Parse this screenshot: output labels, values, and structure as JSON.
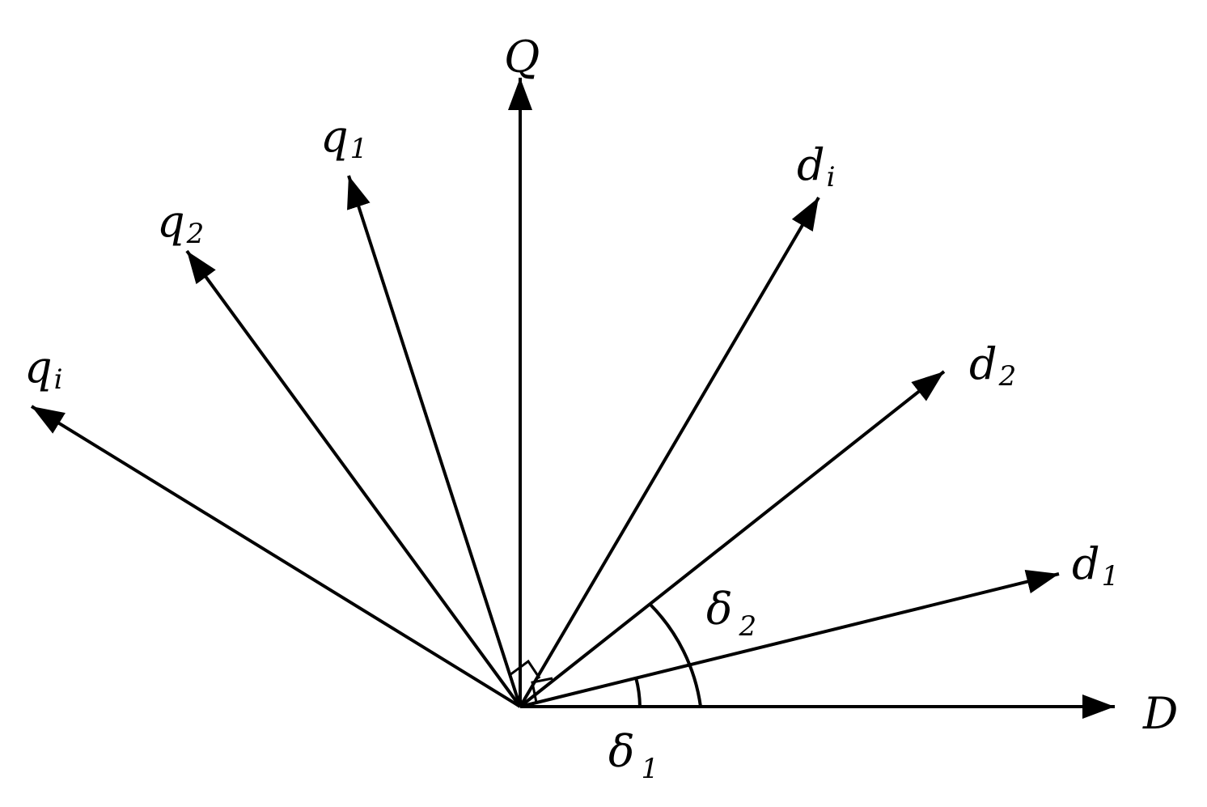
{
  "diagram": {
    "stroke_color": "#000000",
    "background": "#ffffff",
    "axes": [
      {
        "id": "D",
        "name": "D",
        "subscript": ""
      },
      {
        "id": "Q",
        "name": "Q",
        "subscript": ""
      },
      {
        "id": "d1",
        "name": "d",
        "subscript": "1"
      },
      {
        "id": "d2",
        "name": "d",
        "subscript": "2"
      },
      {
        "id": "di",
        "name": "d",
        "subscript": "i"
      },
      {
        "id": "q1",
        "name": "q",
        "subscript": "1"
      },
      {
        "id": "q2",
        "name": "q",
        "subscript": "2"
      },
      {
        "id": "qi",
        "name": "q",
        "subscript": "i"
      }
    ],
    "angles": [
      {
        "id": "delta1",
        "name": "δ",
        "subscript": "1"
      },
      {
        "id": "delta2",
        "name": "δ",
        "subscript": "2"
      }
    ]
  }
}
